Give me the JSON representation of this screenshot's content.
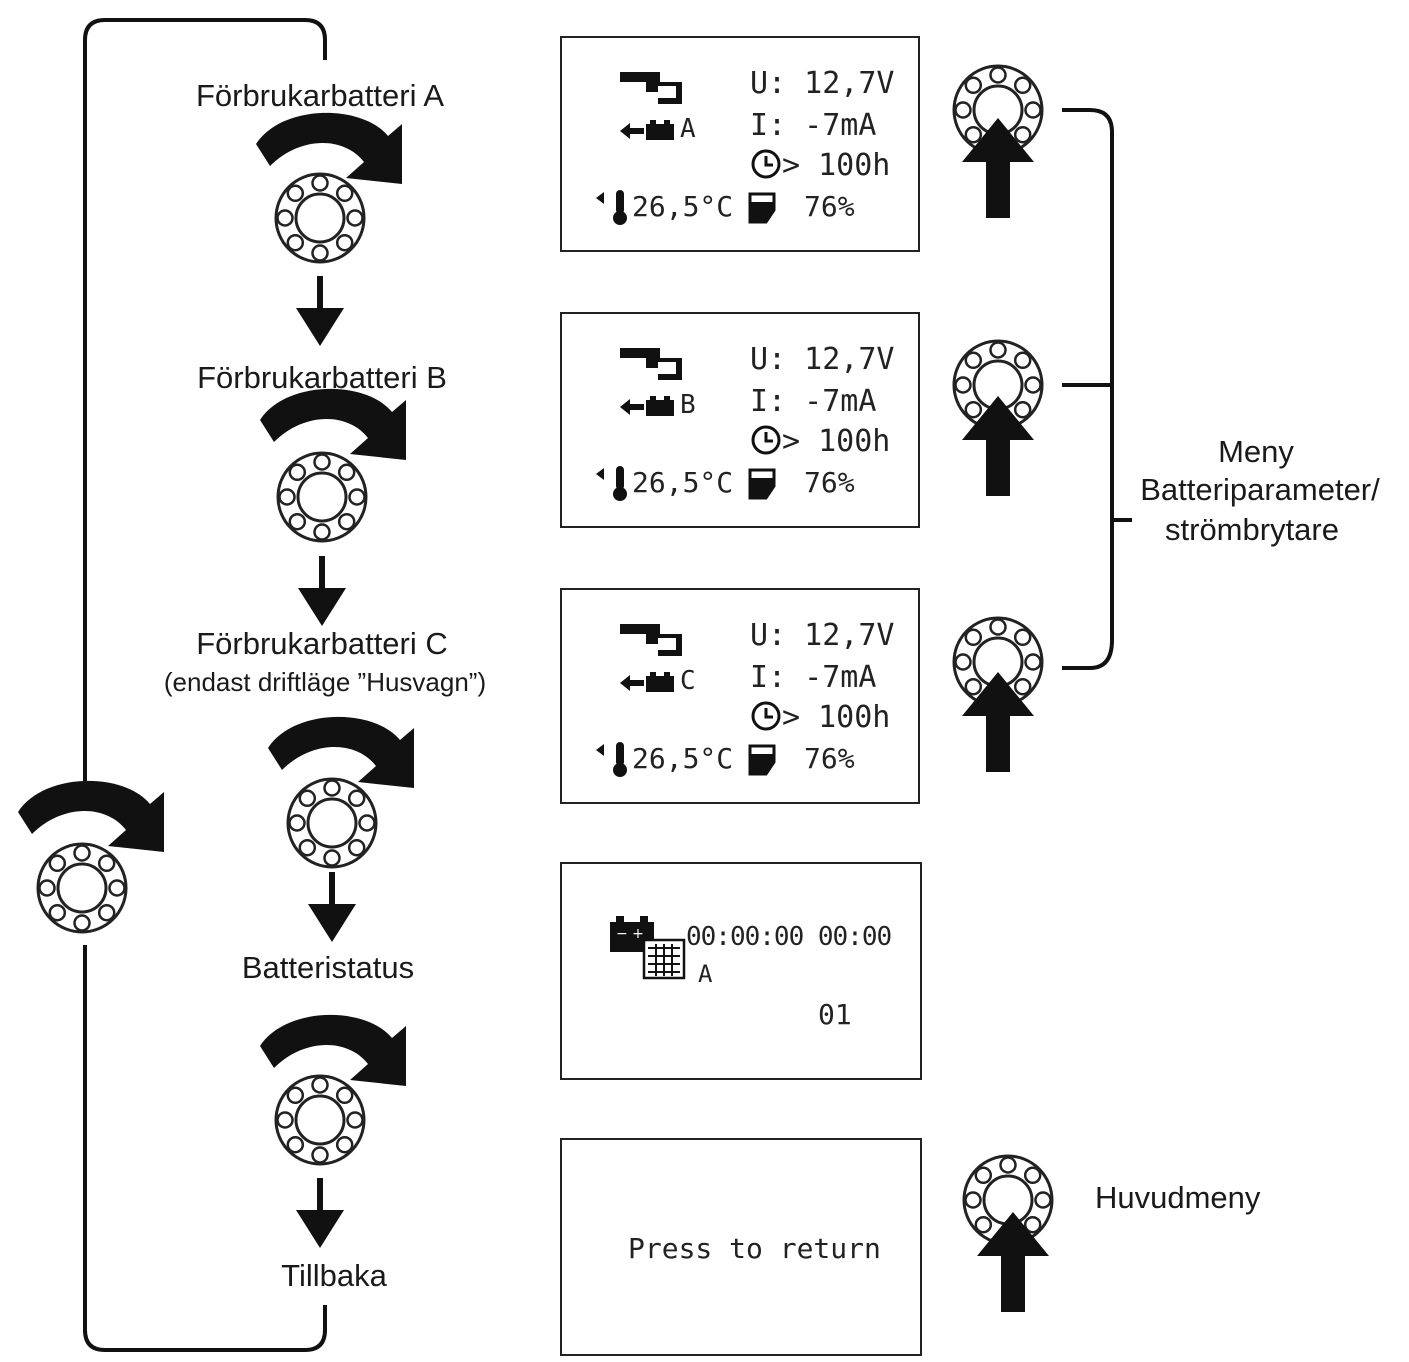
{
  "menu_items": [
    {
      "title": "Förbrukarbatteri A",
      "subtitle": ""
    },
    {
      "title": "Förbrukarbatteri B",
      "subtitle": ""
    },
    {
      "title": "Förbrukarbatteri C",
      "subtitle": "(endast driftläge ”Husvagn”)"
    },
    {
      "title": "Batteristatus",
      "subtitle": ""
    },
    {
      "title": "Tillbaka",
      "subtitle": ""
    }
  ],
  "battery_screens": [
    {
      "battery": "A",
      "voltage": "U: 12,7V",
      "current": "I:  -7mA",
      "time": "> 100h",
      "temperature": "26,5°C",
      "charge": "76%"
    },
    {
      "battery": "B",
      "voltage": "U: 12,7V",
      "current": "I:  -7mA",
      "time": "> 100h",
      "temperature": "26,5°C",
      "charge": "76%"
    },
    {
      "battery": "C",
      "voltage": "U: 12,7V",
      "current": "I:  -7mA",
      "time": "> 100h",
      "temperature": "26,5°C",
      "charge": "76%"
    }
  ],
  "status_screen": {
    "datetime": "00:00:00 00:00",
    "battery": "A",
    "number": "01"
  },
  "return_screen": {
    "text": "Press to return"
  },
  "side_labels": {
    "menu_line1": "Meny",
    "menu_line2": "Batteriparameter/",
    "menu_line3": "strömbrytare",
    "main_menu": "Huvudmeny"
  },
  "icons": [
    "rotary-knob-icon",
    "rotate-clockwise-arrow-icon",
    "down-arrow-icon",
    "push-arrow-icon",
    "battery-icon",
    "thermometer-icon",
    "clock-icon",
    "battery-level-icon",
    "calendar-icon",
    "plug-icon"
  ]
}
